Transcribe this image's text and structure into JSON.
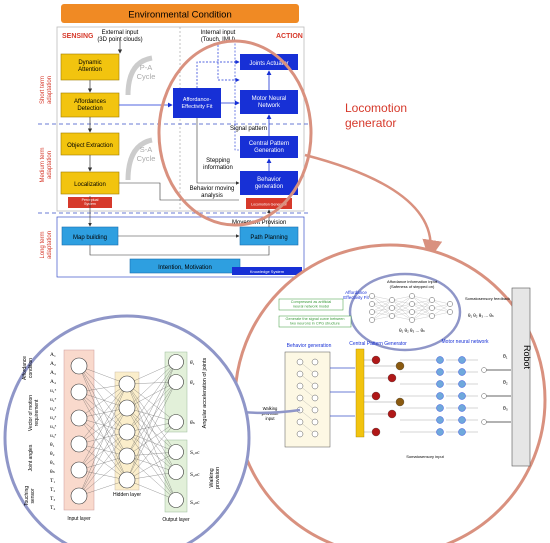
{
  "colors": {
    "orange": "#f08a24",
    "yellow_box": "#f2c40f",
    "blue_box": "#1730d6",
    "light_blue": "#2e9fe0",
    "red_accent": "#d6392b",
    "circle": "#d9917f",
    "ellipse": "#8f96c8"
  },
  "header": {
    "title": "Environmental Condition"
  },
  "sections": {
    "sensing": "SENSING",
    "action": "ACTION",
    "external_input": "External input\n(3D point clouds)",
    "internal_input": "Internal input\n(Touch, IMU)",
    "short_term": "Short term\nadaptation",
    "medium_term": "Medium term\nadaptation",
    "long_term": "Long term\nadaptation"
  },
  "sensing_boxes": {
    "dynamic_attention": "Dynamic\nAttention",
    "affordances_detection": "Affordances\nDetection",
    "object_extraction": "Object Extraction",
    "localization": "Localization",
    "perceptual_system": "Perceptual\nSystem"
  },
  "action_boxes": {
    "joints_actuator": "Joints Actuator",
    "affordance_fit": "Affordance-\nEffectivity Fit",
    "motor_neural": "Motor Neural\nNetwork",
    "cpg": "Central Pattern\nGeneration",
    "behavior_generation": "Behavior\ngeneration",
    "locomotion_generator_small": "Locomotion Generator"
  },
  "cycles": {
    "pa": "P-A\nCycle",
    "sa": "S-A\nCycle"
  },
  "labels": {
    "signal_pattern": "Signal pattern",
    "stepping_information": "Stepping\ninformation",
    "behavior_moving_analysis": "Behavior moving\nanalysis",
    "movement_provision": "Movement Provision"
  },
  "long_term_boxes": {
    "map_building": "Map building",
    "path_planning": "Path Planning",
    "intention": "Intention, Motivation",
    "knowledge_system": "Knowledge System"
  },
  "locomotion_generator": "Locomotion\ngenerator",
  "detail": {
    "affordance_input": "Affordance information input\n(Safeness of stepped on)",
    "affordance_fit": "Affordance\nEffectivity Fit",
    "compressed_note": "Compressed as artificial\nneural network model",
    "generate_note": "Generate the signal curve between\ntwo neurons in CPG structure",
    "behavior_generation": "Behavior generation",
    "cpg": "Central Pattern Generator",
    "motor_neural_network": "Motor neural network",
    "somatosensory_feedback": "Somatosensory feedback",
    "somatosensory_input": "Somatosensory input",
    "walking_provision": "Walking\nprovision\ninput",
    "robot": "Robot",
    "theta_list": "θ₁  θ₂  θ₃ ... θₙ",
    "theta_labels": [
      "θ₁",
      "θ₂",
      "θ₃"
    ]
  },
  "nn": {
    "left_axis_labels": [
      "Affordance\ncondition",
      "Vector of motion\nrequirement",
      "Joint angles",
      "Touching\nsensor"
    ],
    "input_values": [
      "A₁",
      "A₂",
      "A₃",
      "A₄",
      "u₁ˣ",
      "u₁ʸ",
      "u₂ˣ",
      "u₂ʸ",
      "u₃ˣ",
      "u₃ʸ",
      "θ₁",
      "θ₂",
      "θ₃",
      "θₙ",
      "T₁",
      "T₂",
      "T₃",
      "T₄"
    ],
    "outputs_top": [
      "θ̇₁",
      "θ̇₂",
      "θ̇ₙ"
    ],
    "outputs_bottom": [
      "S₁ₙc",
      "S₂ₙc",
      "S₃ₙc"
    ],
    "right_labels": [
      "Angular acceleration of joints",
      "Walking\nprovision"
    ],
    "layers": [
      "Input layer",
      "Hidden layer",
      "Output layer"
    ]
  }
}
